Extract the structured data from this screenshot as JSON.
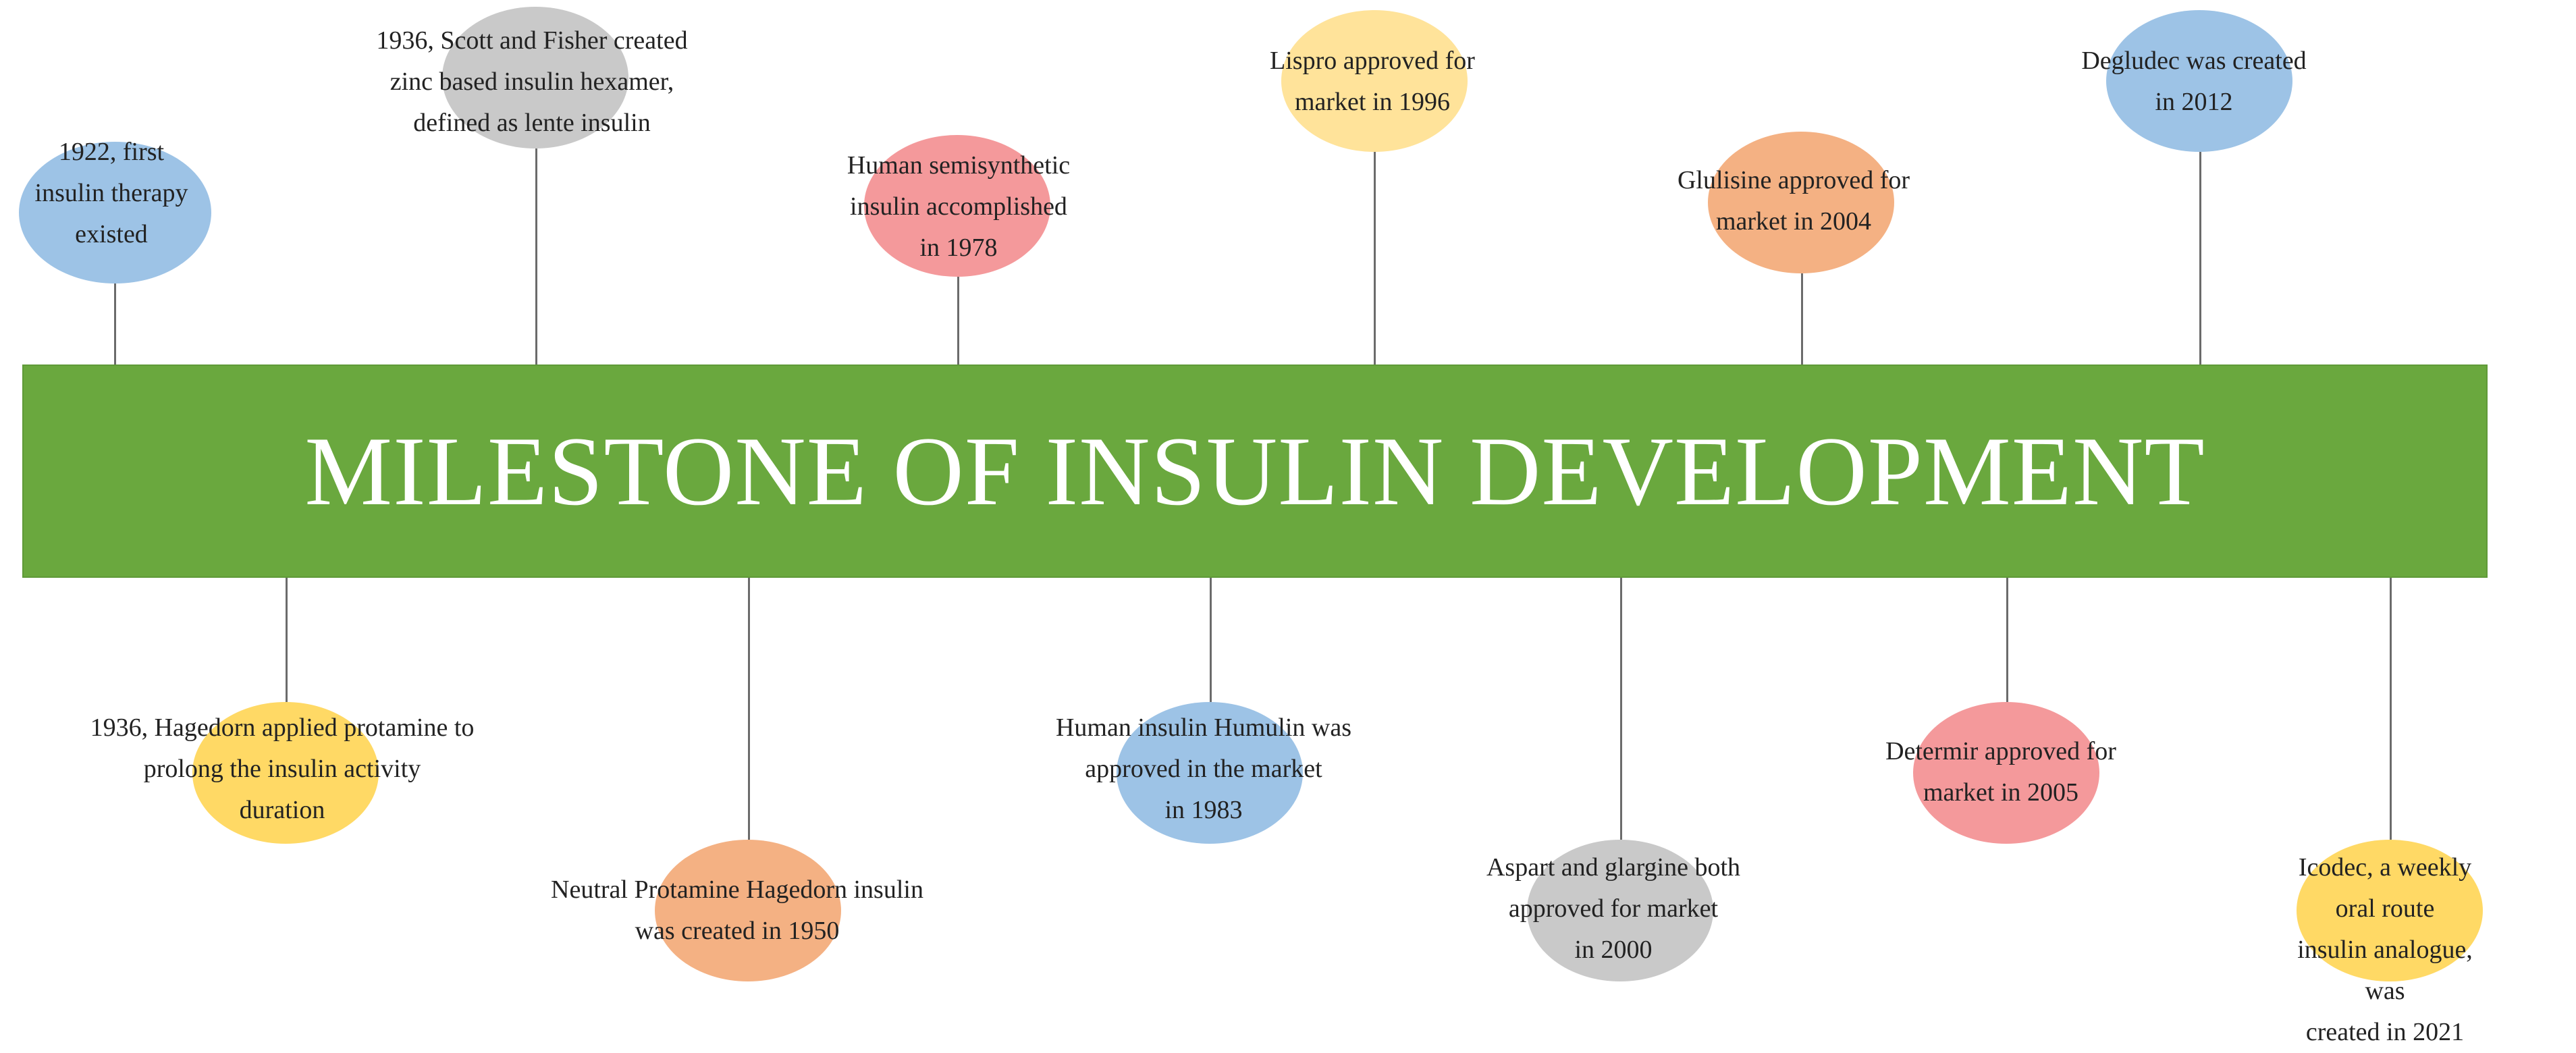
{
  "title": "MILESTONE OF INSULIN DEVELOPMENT",
  "colors": {
    "banner": "#6aa83e",
    "blue": "#9dc3e6",
    "gray": "#c9c9c9",
    "pink": "#f4999b",
    "yellow": "#ffe39a",
    "orange": "#f4b183",
    "gold": "#ffd965",
    "connector": "#6b6b6b"
  },
  "milestones": [
    {
      "text": "1922, first\ninsulin therapy\nexisted",
      "color": "blue",
      "icon": "ellipse-marker"
    },
    {
      "text": "1936, Scott and Fisher created\nzinc based insulin hexamer,\ndefined as lente insulin",
      "color": "gray",
      "icon": "ellipse-marker"
    },
    {
      "text": "Human semisynthetic\ninsulin accomplished\nin 1978",
      "color": "pink",
      "icon": "ellipse-marker"
    },
    {
      "text": "Lispro approved for\nmarket in 1996",
      "color": "yellow",
      "icon": "ellipse-marker"
    },
    {
      "text": "Glulisine approved for\nmarket in 2004",
      "color": "orange",
      "icon": "ellipse-marker"
    },
    {
      "text": "Degludec was created\nin 2012",
      "color": "blue",
      "icon": "ellipse-marker"
    },
    {
      "text": "1936, Hagedorn applied protamine to\nprolong the insulin activity\nduration",
      "color": "gold",
      "icon": "ellipse-marker"
    },
    {
      "text": "Neutral Protamine Hagedorn insulin\nwas created in 1950",
      "color": "orange",
      "icon": "ellipse-marker"
    },
    {
      "text": "Human insulin Humulin was\napproved in the market\nin 1983",
      "color": "blue",
      "icon": "ellipse-marker"
    },
    {
      "text": "Aspart and glargine both\napproved for market\nin 2000",
      "color": "gray",
      "icon": "ellipse-marker"
    },
    {
      "text": "Determir approved for\nmarket in 2005",
      "color": "pink",
      "icon": "ellipse-marker"
    },
    {
      "text": "Icodec, a weekly oral route\ninsulin analogue, was\ncreated in 2021",
      "color": "gold",
      "icon": "ellipse-marker"
    }
  ]
}
